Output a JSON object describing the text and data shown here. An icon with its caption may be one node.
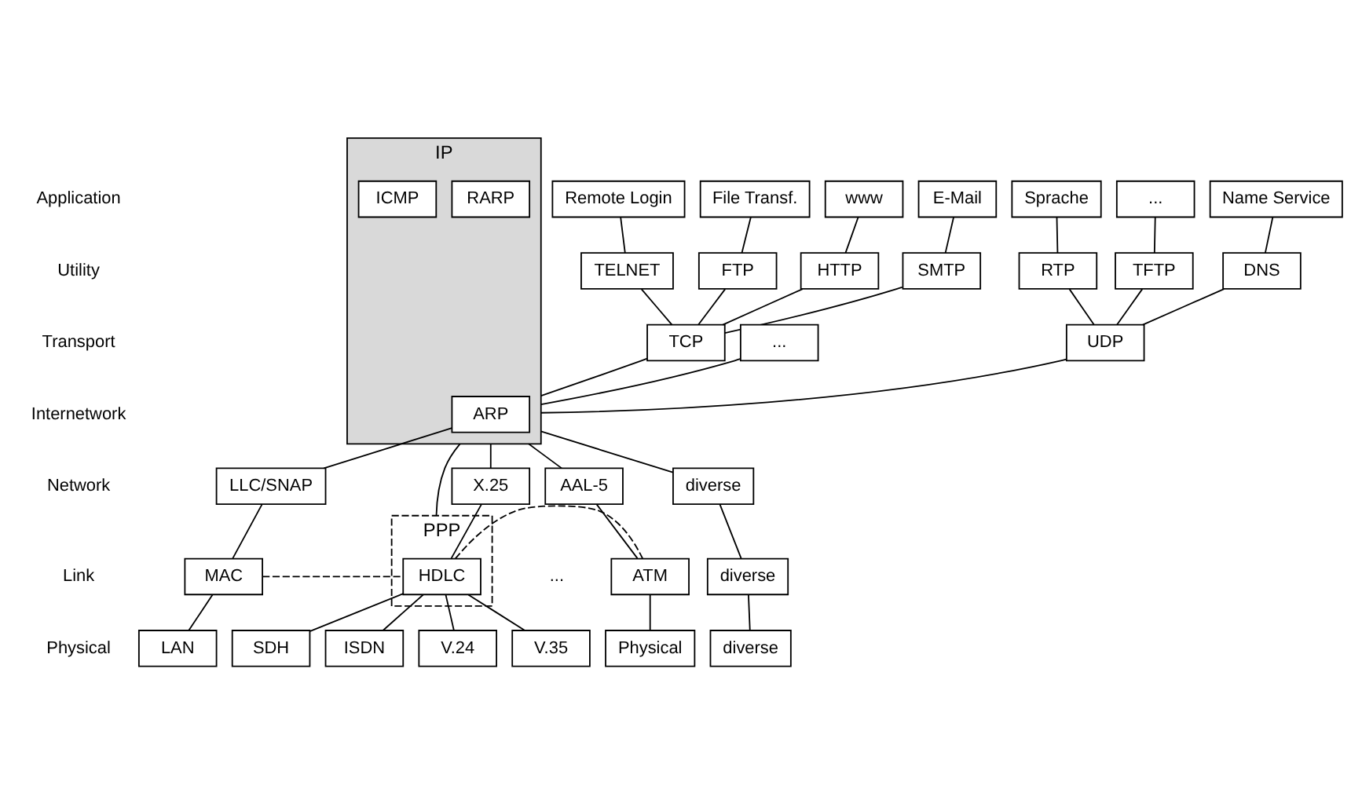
{
  "diagram": {
    "nodes": [
      {
        "text": [
          "Remote Login"
        ]
      },
      {
        "text": [
          "File Transf."
        ]
      },
      {
        "text": [
          "www"
        ]
      },
      {
        "text": [
          "E-Mail"
        ]
      },
      {
        "text": [
          "Sprache"
        ]
      },
      {
        "text": [
          "..."
        ]
      },
      {
        "text": [
          "Name Service"
        ]
      },
      {
        "text": [
          "TELNET"
        ]
      },
      {
        "text": [
          "FTP"
        ]
      },
      {
        "text": [
          "HTTP"
        ]
      },
      {
        "text": [
          "SMTP"
        ]
      },
      {
        "text": [
          "RTP"
        ]
      },
      {
        "text": [
          "TFTP"
        ]
      },
      {
        "text": [
          "DNS"
        ]
      },
      {
        "text": [
          "TCP"
        ]
      },
      {
        "text": [
          "..."
        ]
      },
      {
        "text": [
          "UDP"
        ]
      },
      {
        "text": [
          "IP"
        ]
      },
      {
        "text": [
          "ARP"
        ],
        "in": 17
      },
      {
        "text": [
          "RARP"
        ],
        "in": 17
      },
      {
        "text": [
          "ICMP"
        ],
        "in": 17
      },
      {
        "text": [
          "LLC/SNAP"
        ]
      },
      {
        "text": [
          "PPP"
        ]
      },
      {
        "text": [
          "HDLC"
        ],
        "in": 22
      },
      {
        "text": [
          "X.25"
        ]
      },
      {
        "text": [
          "AAL-5"
        ]
      },
      {
        "text": [
          "diverse"
        ]
      },
      {
        "text": [
          "MAC"
        ]
      },
      {
        "text": [
          "ATM"
        ]
      },
      {
        "text": [
          "diverse"
        ]
      },
      {
        "text": [
          "LAN"
        ]
      },
      {
        "text": [
          "SDH"
        ]
      },
      {
        "text": [
          "ISDN"
        ]
      },
      {
        "text": [
          "V.24"
        ]
      },
      {
        "text": [
          "V.35"
        ]
      },
      {
        "text": [
          "Physical"
        ]
      },
      {
        "text": [
          "diverse"
        ]
      }
    ],
    "edges": [
      {
        "from": 0,
        "to": 7,
        "arrow": "none"
      },
      {
        "from": 1,
        "to": 8,
        "arrow": "none"
      },
      {
        "from": 2,
        "to": 9,
        "arrow": "none"
      },
      {
        "from": 3,
        "to": 10,
        "arrow": "none"
      },
      {
        "from": 4,
        "to": 11,
        "arrow": "none"
      },
      {
        "from": 5,
        "to": 12,
        "arrow": "none"
      },
      {
        "from": 6,
        "to": 13,
        "arrow": "none"
      },
      {
        "from": 7,
        "to": 14,
        "arrow": "none"
      },
      {
        "from": 8,
        "to": 14,
        "arrow": "none"
      },
      {
        "from": 9,
        "to": 14,
        "arrow": "none"
      },
      {
        "from": 10,
        "to": 14,
        "arrow": "none"
      },
      {
        "from": 11,
        "to": 16,
        "arrow": "none"
      },
      {
        "from": 12,
        "to": 16,
        "arrow": "none"
      },
      {
        "from": 13,
        "to": 16,
        "arrow": "none"
      },
      {
        "from": 14,
        "to": 17,
        "arrow": "none"
      },
      {
        "from": 15,
        "to": 17,
        "arrow": "none"
      },
      {
        "from": 16,
        "to": 17,
        "arrow": "none"
      },
      {
        "from": 18,
        "to": 21,
        "arrow": "none"
      },
      {
        "from": 17,
        "to": 22,
        "arrow": "none"
      },
      {
        "from": 17,
        "to": 24,
        "arrow": "none"
      },
      {
        "from": 17,
        "to": 25,
        "arrow": "none"
      },
      {
        "from": 17,
        "to": 26,
        "arrow": "none"
      },
      {
        "from": 21,
        "to": 27,
        "arrow": "none"
      },
      {
        "from": 24,
        "to": 23,
        "arrow": "none"
      },
      {
        "from": 25,
        "to": 28,
        "arrow": "none"
      },
      {
        "from": 26,
        "to": 29,
        "arrow": "none"
      },
      {
        "from": 27,
        "to": 23,
        "arrow": "none",
        "style": "dashed"
      },
      {
        "from": 23,
        "to": 28,
        "arrow": "none",
        "style": "dashed"
      },
      {
        "from": 27,
        "to": 30,
        "arrow": "none"
      },
      {
        "from": 23,
        "to": 31,
        "arrow": "none"
      },
      {
        "from": 23,
        "to": 32,
        "arrow": "none"
      },
      {
        "from": 23,
        "to": 33,
        "arrow": "none"
      },
      {
        "from": 23,
        "to": 34,
        "arrow": "none"
      },
      {
        "from": 28,
        "to": 35,
        "arrow": "none"
      },
      {
        "from": 29,
        "to": 36,
        "arrow": "none"
      }
    ],
    "labels": [
      "Application",
      "Utility",
      "Transport",
      "Internetwork",
      "Network",
      "Link",
      "Physical",
      "..."
    ]
  }
}
